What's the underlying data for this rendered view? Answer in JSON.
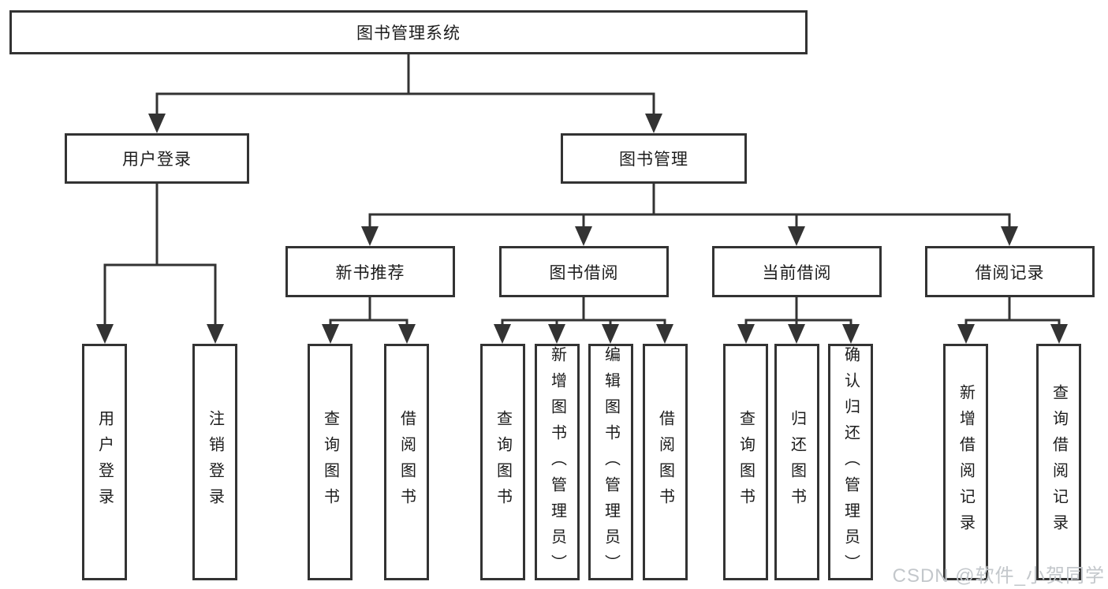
{
  "page": {
    "background": "#ffffff",
    "line_color": "#333333",
    "box_border_color": "#333333",
    "text_color": "#1c1c1c"
  },
  "root": {
    "label": "图书管理系统",
    "children": [
      {
        "label": "用户登录",
        "children": [
          {
            "label": "用户登录"
          },
          {
            "label": "注销登录"
          }
        ]
      },
      {
        "label": "图书管理",
        "children": [
          {
            "label": "新书推荐",
            "children": [
              {
                "label": "查询图书"
              },
              {
                "label": "借阅图书"
              }
            ]
          },
          {
            "label": "图书借阅",
            "children": [
              {
                "label": "查询图书"
              },
              {
                "label": "新增图书（管理员）"
              },
              {
                "label": "编辑图书（管理员）"
              },
              {
                "label": "借阅图书"
              }
            ]
          },
          {
            "label": "当前借阅",
            "children": [
              {
                "label": "查询图书"
              },
              {
                "label": "归还图书"
              },
              {
                "label": "确认归还（管理员）"
              }
            ]
          },
          {
            "label": "借阅记录",
            "children": [
              {
                "label": "新增借阅记录"
              },
              {
                "label": "查询借阅记录"
              }
            ]
          }
        ]
      }
    ]
  },
  "watermark": {
    "text": "CSDN @软件_小贺同学",
    "color": "#c3c7cb"
  }
}
